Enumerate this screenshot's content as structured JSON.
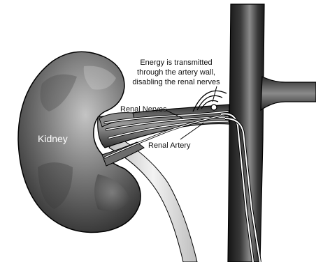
{
  "labels": {
    "kidney": "Kidney",
    "renal_nerves": "Renal Nerves",
    "renal_artery": "Renal Artery",
    "energy_line1": "Energy is transmitted",
    "energy_line2": "through the artery wall,",
    "energy_line3": "disabling the renal nerves"
  },
  "colors": {
    "background": "#ffffff",
    "kidney_dark": "#2e2e2e",
    "kidney_light": "#b8b8b8",
    "aorta_dark": "#1c1c1c",
    "aorta_mid": "#6a6a6a",
    "ureter": "#e2e2e2",
    "outline": "#000000"
  },
  "icons": {
    "energy": "concentric-arcs-icon",
    "catheter": "catheter-line-icon"
  }
}
